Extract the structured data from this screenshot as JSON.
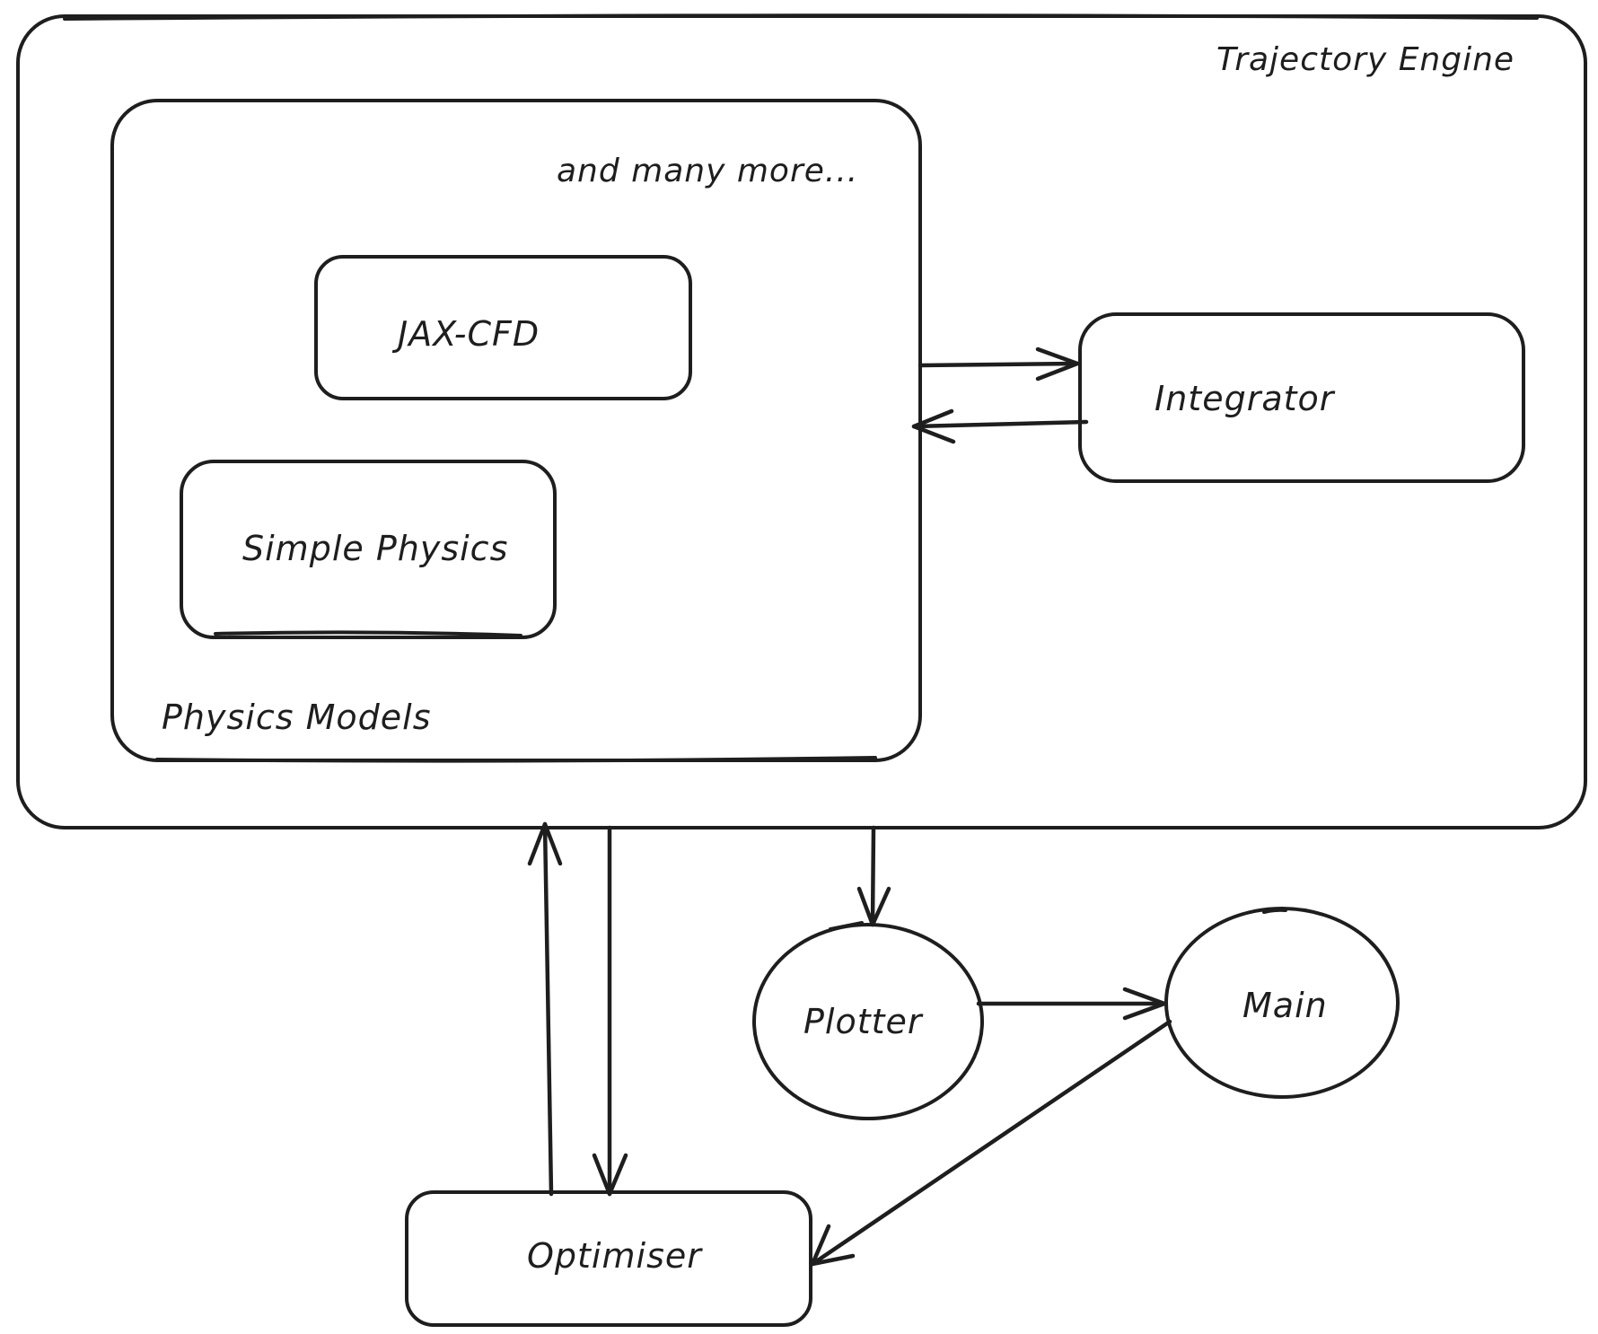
{
  "diagram": {
    "trajectory_engine": "Trajectory Engine",
    "physics_models": "Physics Models",
    "many_more": "and many more...",
    "jax_cfd": "JAX-CFD",
    "simple_physics": "Simple Physics",
    "integrator": "Integrator",
    "plotter": "Plotter",
    "main": "Main",
    "optimiser": "Optimiser"
  },
  "colors": {
    "stroke": "#1e1e1e",
    "background": "#ffffff"
  }
}
